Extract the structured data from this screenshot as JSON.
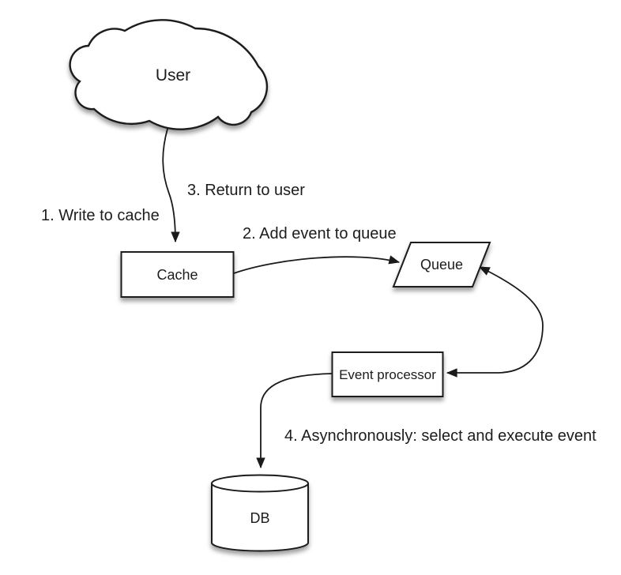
{
  "diagram": {
    "type": "flow-diagram",
    "subject": "write-behind cache pattern",
    "colors": {
      "background": "#ffffff",
      "shape_fill": "#ffffff",
      "stroke": "#1a1a1a",
      "text": "#1c1c1c"
    },
    "nodes": {
      "user": {
        "label": "User",
        "shape": "cloud"
      },
      "cache": {
        "label": "Cache",
        "shape": "rectangle"
      },
      "queue": {
        "label": "Queue",
        "shape": "parallelogram"
      },
      "event_processor": {
        "label": "Event processor",
        "shape": "rectangle"
      },
      "db": {
        "label": "DB",
        "shape": "cylinder"
      }
    },
    "edges": [
      {
        "from": "user",
        "to": "cache",
        "style": "arrow",
        "labels": [
          "1. Write to cache",
          "3. Return to user"
        ]
      },
      {
        "from": "cache",
        "to": "queue",
        "style": "arrow",
        "labels": [
          "2. Add event to queue"
        ]
      },
      {
        "from": "queue",
        "to": "event_processor",
        "style": "double-headed-arrow",
        "labels": []
      },
      {
        "from": "event_processor",
        "to": "db",
        "style": "arrow",
        "labels": [
          "4. Asynchronously: select and execute event"
        ]
      }
    ]
  }
}
